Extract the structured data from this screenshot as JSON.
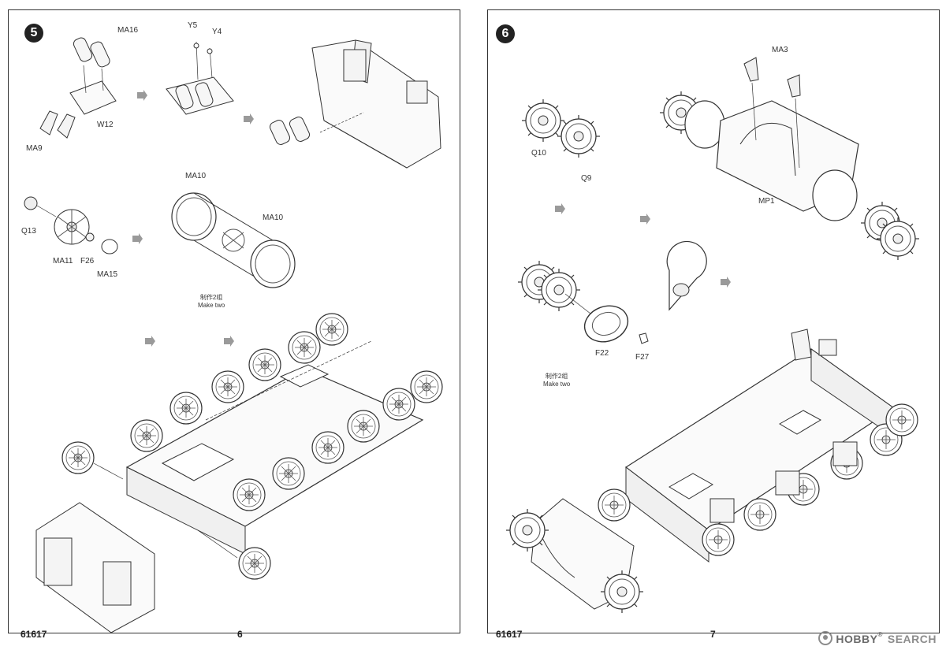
{
  "left_page": {
    "step": "5",
    "labels": {
      "ma16": "MA16",
      "y5": "Y5",
      "y4": "Y4",
      "w12": "W12",
      "ma9": "MA9",
      "ma10_top": "MA10",
      "ma10_right": "MA10",
      "q13": "Q13",
      "ma11": "MA11",
      "f26": "F26",
      "ma15": "MA15"
    },
    "make_two_cn": "制作2组",
    "make_two_en": "Make two",
    "code": "61617",
    "page_number": "6"
  },
  "right_page": {
    "step": "6",
    "labels": {
      "ma3": "MA3",
      "q10": "Q10",
      "q9": "Q9",
      "mp1": "MP1",
      "f22": "F22",
      "f27": "F27"
    },
    "make_two_cn": "制作2组",
    "make_two_en": "Make two",
    "code": "61617",
    "page_number": "7"
  },
  "watermark": {
    "brand": "HOBBY",
    "suffix": "SEARCH"
  },
  "colors": {
    "line": "#333333",
    "arrow": "#9a9a9a",
    "fill": "#f6f6f6"
  }
}
